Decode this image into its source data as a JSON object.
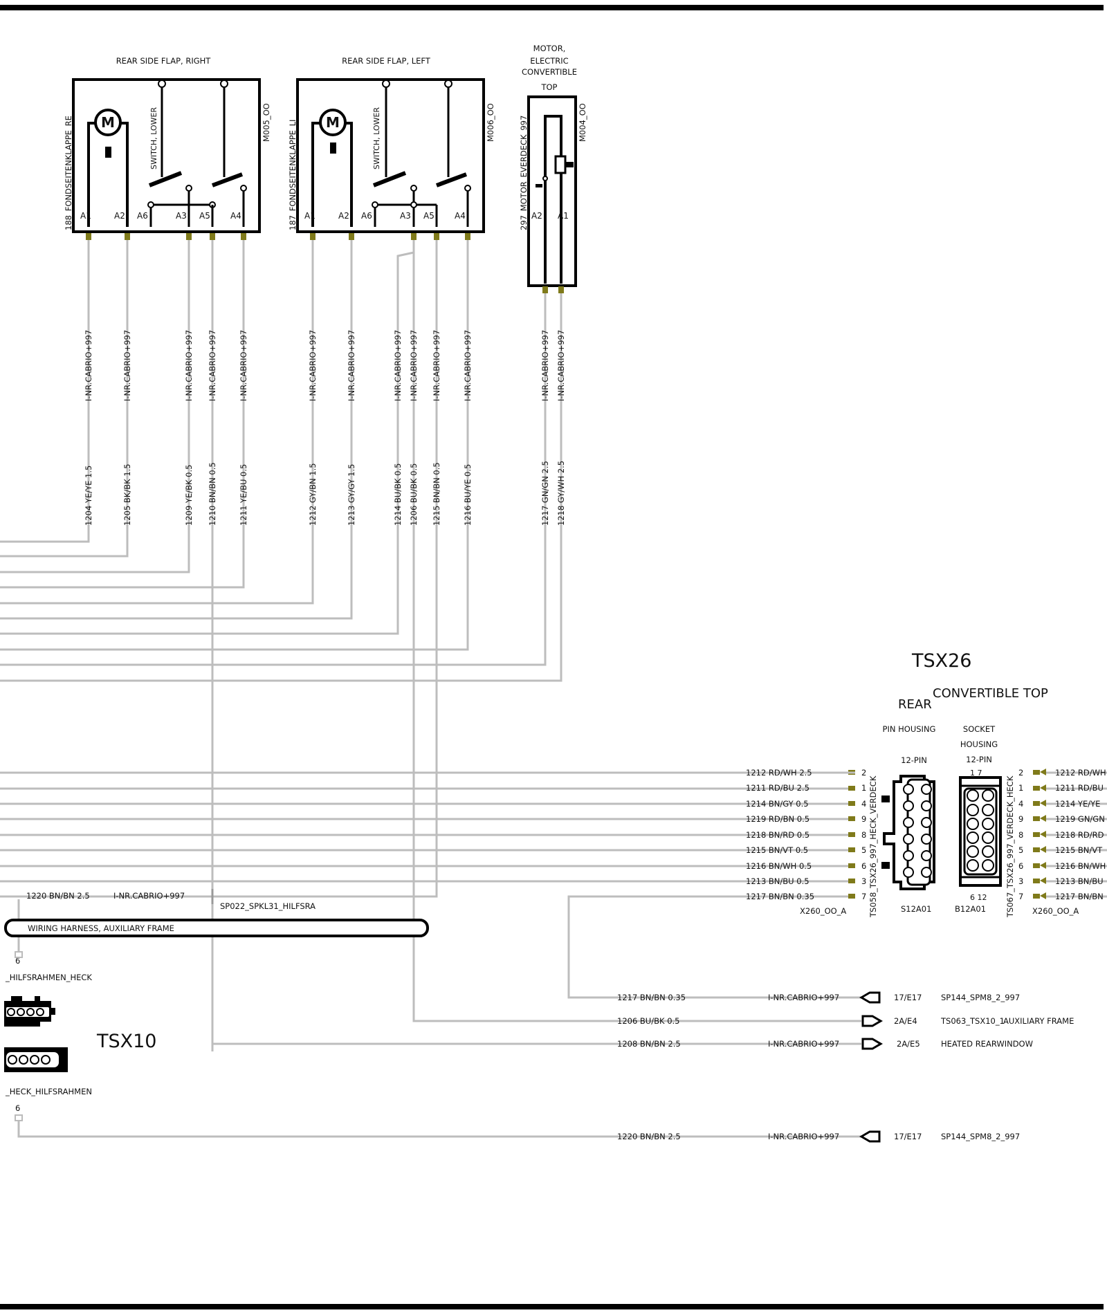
{
  "components": {
    "flap_right": {
      "title": "REAR SIDE FLAP, RIGHT",
      "side_label": "188_FONDSEITENKLAPPE_RE",
      "id": "M005_OO",
      "switch": "SWITCH, LOWER",
      "pins": [
        "A1",
        "A2",
        "A6",
        "A3",
        "A5",
        "A4"
      ]
    },
    "flap_left": {
      "title": "REAR SIDE FLAP, LEFT",
      "side_label": "187_FONDSEITENKLAPPE_LI",
      "id": "M006_OO",
      "switch": "SWITCH, LOWER",
      "pins": [
        "A1",
        "A2",
        "A6",
        "A3",
        "A5",
        "A4"
      ]
    },
    "motor": {
      "title_lines": [
        "MOTOR,",
        "ELECTRIC",
        "CONVERTIBLE",
        "TOP"
      ],
      "side_label": "297_MOTOR_EVERDECK_997",
      "id": "M004_OO",
      "pins": [
        "A2",
        "A1"
      ]
    }
  },
  "vertical_wires": [
    {
      "top": "I-NR.CABRIO+997",
      "bottom": "1204 YE/YE 1.5"
    },
    {
      "top": "I-NR.CABRIO+997",
      "bottom": "1205 BK/BK 1.5"
    },
    {
      "top": "I-NR.CABRIO+997",
      "bottom": "1209 YE/BK 0.5"
    },
    {
      "top": "I-NR.CABRIO+997",
      "bottom": "1210 BN/BN 0.5"
    },
    {
      "top": "I-NR.CABRIO+997",
      "bottom": "1211 YE/BU 0.5"
    },
    {
      "top": "I-NR.CABRIO+997",
      "bottom": "1212 GY/BN 1.5"
    },
    {
      "top": "I-NR.CABRIO+997",
      "bottom": "1213 GY/GY 1.5"
    },
    {
      "top": "I-NR.CABRIO+997",
      "bottom": "1214 BU/BK 0.5"
    },
    {
      "top": "I-NR.CABRIO+997",
      "bottom": "1206 BU/BK 0.5"
    },
    {
      "top": "I-NR.CABRIO+997",
      "bottom": "1215 BN/BN 0.5"
    },
    {
      "top": "I-NR.CABRIO+997",
      "bottom": "1216 BU/YE 0.5"
    },
    {
      "top": "I-NR.CABRIO+997",
      "bottom": "1217 GN/GN 2.5"
    },
    {
      "top": "I-NR.CABRIO+997",
      "bottom": "1218 GY/WH 2.5"
    }
  ],
  "connector": {
    "title": "TSX26",
    "subtitle_rear": "REAR",
    "subtitle_top": "CONVERTIBLE TOP",
    "pin_housing": [
      "PIN HOUSING",
      "12-PIN"
    ],
    "socket_housing": [
      "SOCKET",
      "HOUSING",
      "12-PIN"
    ],
    "left_label": "TS058_TSX26_997_HECK_VERDECK",
    "right_label": "TS067_TSX26_997_VERDECK_HECK",
    "code_left": "X260_OO_A",
    "code_right": "X260_OO_A",
    "pin_part": "S12A01",
    "socket_part": "B12A01",
    "socket_top_nums": "1    7",
    "socket_bottom_nums": "6    12",
    "rows": [
      {
        "left": "1212 RD/WH 2.5",
        "pin": "2",
        "right": "1212 RD/WH"
      },
      {
        "left": "1211 RD/BU 2.5",
        "pin": "1",
        "right": "1211 RD/BU"
      },
      {
        "left": "1214 BN/GY 0.5",
        "pin": "4",
        "right": "1214 YE/YE"
      },
      {
        "left": "1219 RD/BN 0.5",
        "pin": "9",
        "right": "1219 GN/GN"
      },
      {
        "left": "1218 BN/RD 0.5",
        "pin": "8",
        "right": "1218 RD/RD"
      },
      {
        "left": "1215 BN/VT 0.5",
        "pin": "5",
        "right": "1215 BN/VT"
      },
      {
        "left": "1216 BN/WH 0.5",
        "pin": "6",
        "right": "1216 BN/WH"
      },
      {
        "left": "1213 BN/BU 0.5",
        "pin": "3",
        "right": "1213 BN/BU"
      },
      {
        "left": "1217 BN/BN 0.35",
        "pin": "7",
        "right": "1217 BN/BN"
      }
    ]
  },
  "splice": {
    "wire": "1220 BN/BN 2.5",
    "variant": "I-NR.CABRIO+997",
    "name": "SP022_SPKL31_HILFSRA"
  },
  "harness": {
    "label": "WIRING  HARNESS, AUXILIARY    FRAME"
  },
  "tsx10": {
    "title": "TSX10",
    "upper_label": "_HILFSRAHMEN_HECK",
    "lower_label": "_HECK_HILFSRAHMEN",
    "pin_upper": "6",
    "pin_lower": "6"
  },
  "references": [
    {
      "wire": "1217 BN/BN 0.35",
      "variant": "I-NR.CABRIO+997",
      "pin": "17/E17",
      "target": "SP144_SPM8_2_997"
    },
    {
      "wire": "1206 BU/BK 0.5",
      "variant": "",
      "pin": "2A/E4",
      "target": "TS063_TSX10_1",
      "target2": "AUXILIARY FRAME"
    },
    {
      "wire": "1208 BN/BN 2.5",
      "variant": "I-NR.CABRIO+997",
      "pin": "2A/E5",
      "target": "HEATED REARWINDOW"
    },
    {
      "wire": "1220 BN/BN 2.5",
      "variant": "I-NR.CABRIO+997",
      "pin": "17/E17",
      "target": "SP144_SPM8_2_997"
    }
  ],
  "colors": {
    "wire": "#bdbdbd",
    "pin": "#7f7a1a",
    "line": "#000000"
  }
}
